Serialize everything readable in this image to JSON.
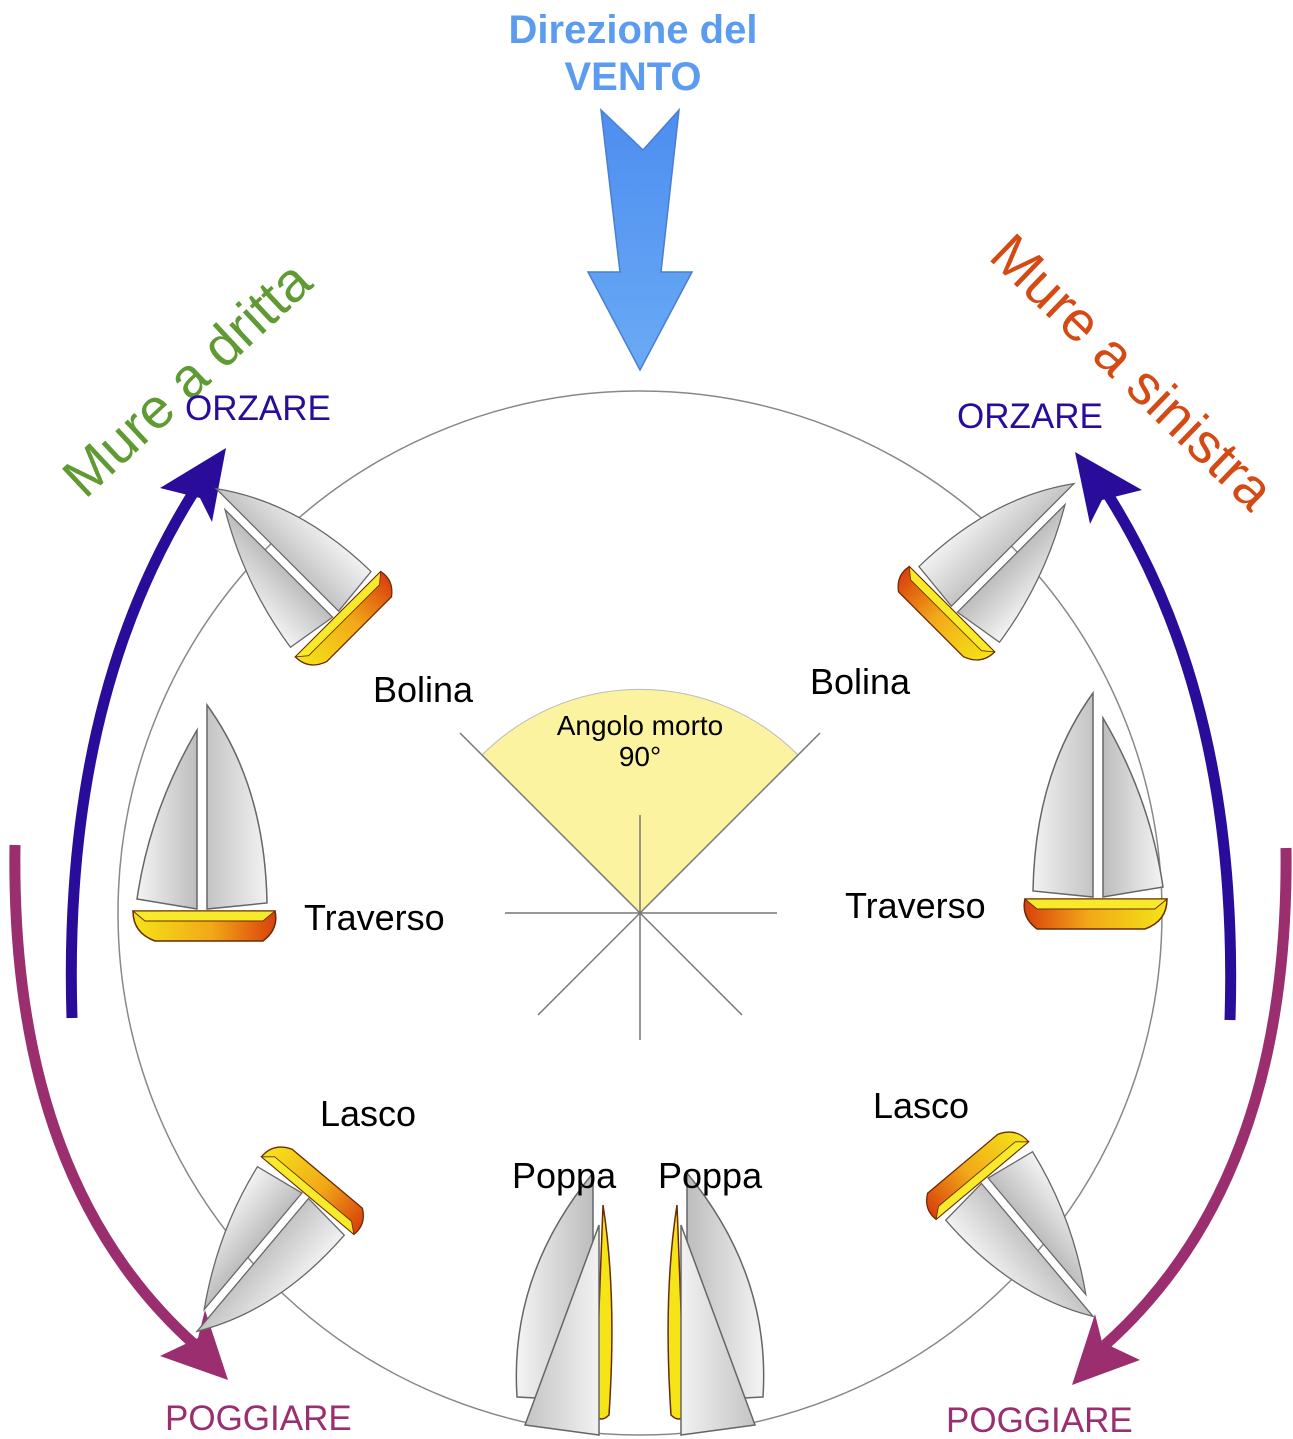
{
  "wind": {
    "line1": "Direzione del",
    "line2": "VENTO"
  },
  "tacks": {
    "left": "Mure a dritta",
    "right": "Mure a sinistra"
  },
  "actions": {
    "orzare_left": "ORZARE",
    "orzare_right": "ORZARE",
    "poggiare_left": "POGGIARE",
    "poggiare_right": "POGGIARE"
  },
  "dead_angle": {
    "line1": "Angolo morto",
    "line2": "90°"
  },
  "points_of_sail": {
    "bolina_left": "Bolina",
    "bolina_right": "Bolina",
    "traverso_left": "Traverso",
    "traverso_right": "Traverso",
    "lasco_left": "Lasco",
    "lasco_right": "Lasco",
    "poppa_left": "Poppa",
    "poppa_right": "Poppa"
  },
  "colors": {
    "wind": "#5b9bf0",
    "dritta": "#5f9a32",
    "sinistra": "#d44a14",
    "orzare": "#2a0c9a",
    "poggiare": "#9a2e6e",
    "dead_zone": "#fcf3a0",
    "hull_yellow": "#f4e418",
    "hull_orange": "#e8680e",
    "sail_grey": "#d2d2d2"
  },
  "icons": {
    "wind_arrow": "down-arrow-icon",
    "boat": "sailboat-icon"
  }
}
